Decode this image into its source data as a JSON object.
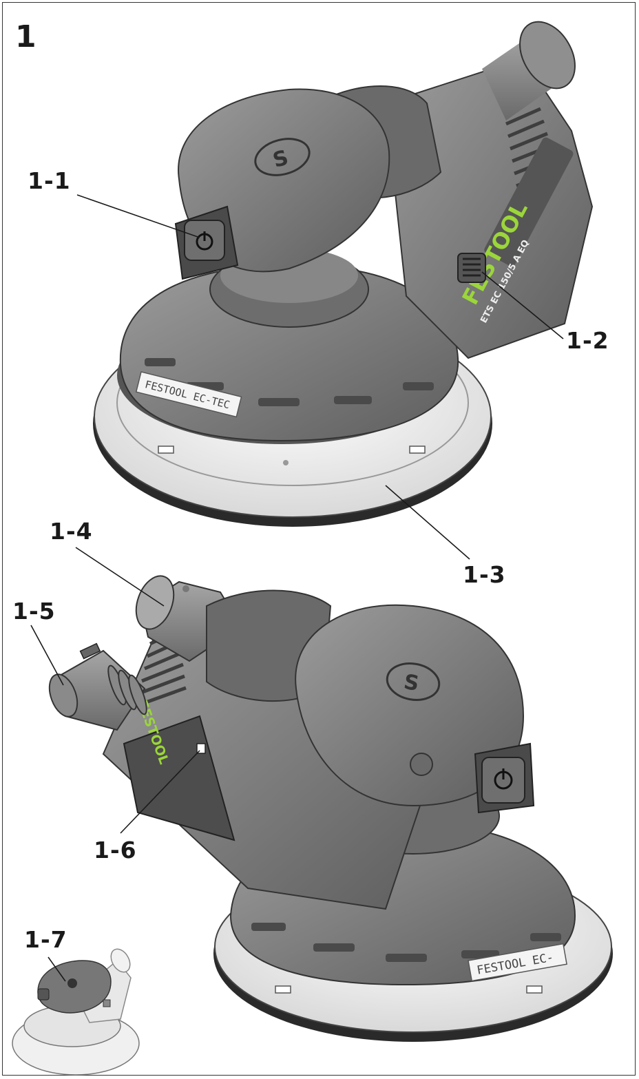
{
  "figure": {
    "number": "1",
    "callouts": [
      "1-1",
      "1-2",
      "1-3",
      "1-4",
      "1-5",
      "1-6",
      "1-7"
    ]
  },
  "tool_marking": {
    "brand": "FESTOOL",
    "model": "ETS EC 150/5 A EQ",
    "pad_label": "FESTOOL EC-TEC",
    "pad_label_short": "FESTOOL EC-"
  },
  "colors": {
    "housing": "#7d7d7d",
    "housing_dark": "#5f5f5f",
    "housing_light": "#9a9a9a",
    "pad": "#efefef",
    "brand_green": "#9bd63a",
    "line": "#1a1a1a"
  }
}
